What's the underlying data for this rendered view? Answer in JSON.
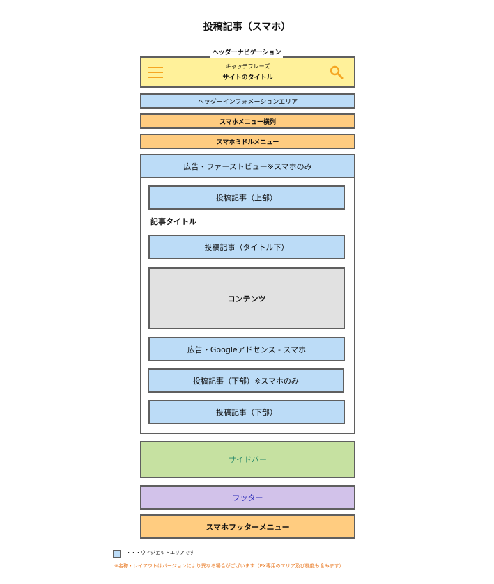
{
  "title": "投稿記事（スマホ）",
  "header_nav": {
    "label": "ヘッダーナビゲーション",
    "catchphrase": "キャッチフレーズ",
    "site_title": "サイトのタイトル"
  },
  "header_info": "ヘッダーインフォメーションエリア",
  "sp_menu_row": "スマホメニュー横列",
  "sp_middle_menu": "スマホミドルメニュー",
  "ad_first_view": "広告・ファーストビュー※スマホのみ",
  "article": {
    "top": "投稿記事（上部）",
    "article_title": "記事タイトル",
    "below_title": "投稿記事（タイトル下）",
    "content": "コンテンツ",
    "adsense": "広告・Googleアドセンス - スマホ",
    "bottom_sp_only": "投稿記事（下部）※スマホのみ",
    "bottom": "投稿記事（下部）"
  },
  "sidebar": "サイドバー",
  "footer": "フッター",
  "sp_footer_menu": "スマホフッターメニュー",
  "legend": {
    "text": "・・・ウィジェットエリアです",
    "note": "※名称・レイアウトはバージョンにより異なる場合がございます（EX専用のエリア及び機能も含みます）"
  },
  "colors": {
    "widget": "#bcdcf7",
    "menu": "#ffcc80",
    "header": "#fff19a",
    "content": "#e1e1e1",
    "sidebar": "#c6e1a1",
    "footer": "#d2c2ea",
    "sidebar_text": "#2a8a6a",
    "footer_text": "#2b2bb8",
    "note_text": "#e8761e",
    "icon": "#f5a623"
  }
}
